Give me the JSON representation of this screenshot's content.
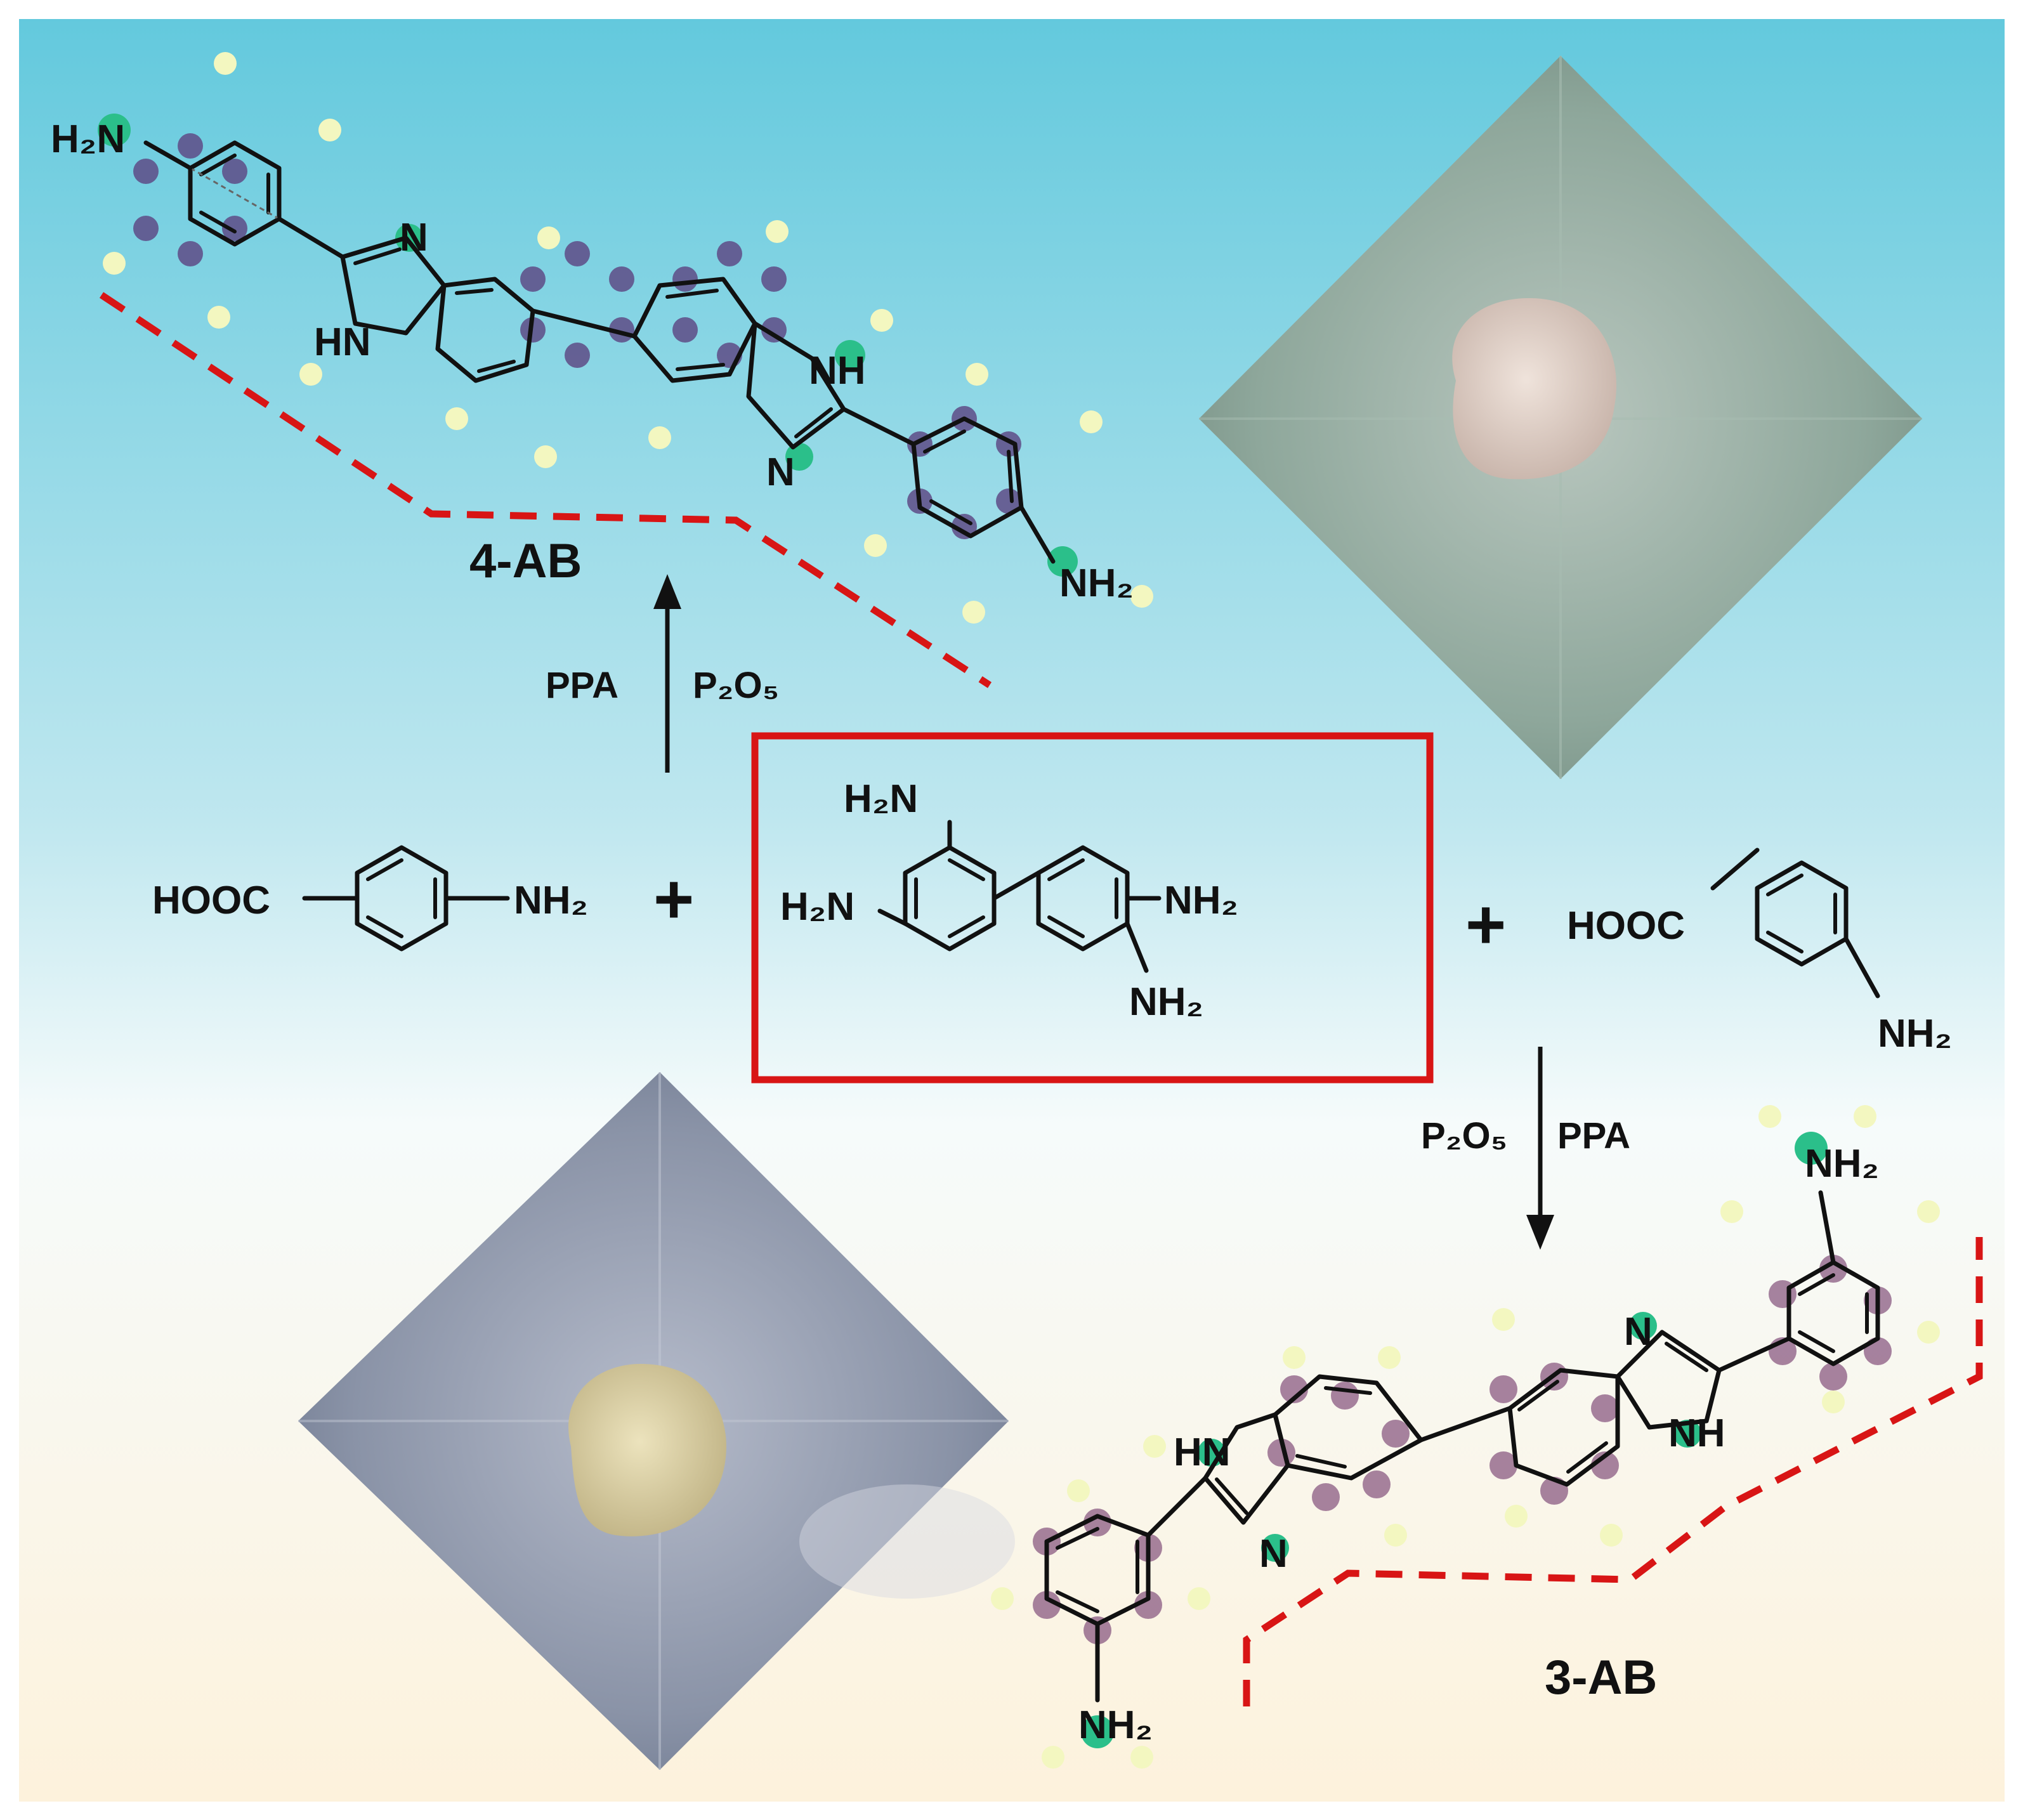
{
  "labels": {
    "product_top": "4-AB",
    "product_bottom": "3-AB",
    "plus_left": "+",
    "plus_right": "+"
  },
  "conditions": {
    "top_left": "PPA",
    "top_right": "P₂O₅",
    "bottom_left": "P₂O₅",
    "bottom_right": "PPA"
  },
  "reagent_left": {
    "acid": "HOOC",
    "amine": "NH₂"
  },
  "reagent_right": {
    "acid": "HOOC",
    "amine": "NH₂"
  },
  "center_compound": {
    "nh2": [
      "H₂N",
      "H₂N",
      "NH₂",
      "NH₂"
    ]
  },
  "product_4ab": {
    "amines": [
      "H₂N",
      "NH₂"
    ],
    "imidazole": [
      "N",
      "HN",
      "NH",
      "N"
    ]
  },
  "product_3ab": {
    "amines": [
      "NH₂",
      "NH₂"
    ],
    "imidazole": [
      "N",
      "NH",
      "HN",
      "N"
    ]
  },
  "colors": {
    "background_top": "#63c9dd",
    "background_bottom": "#fdf2dc",
    "frame": "#d81515",
    "dashed_line": "#d81515",
    "carbon": "#5e4b86",
    "nitrogen": "#2bbf8a",
    "hydrogen": "#f3f7c0",
    "powder_top": "#dccbc0",
    "powder_bottom": "#d8cc9c"
  },
  "icons": [
    "reaction-arrow-up-icon",
    "reaction-arrow-down-icon",
    "benzene-ring-icon",
    "powder-photo-icon"
  ]
}
